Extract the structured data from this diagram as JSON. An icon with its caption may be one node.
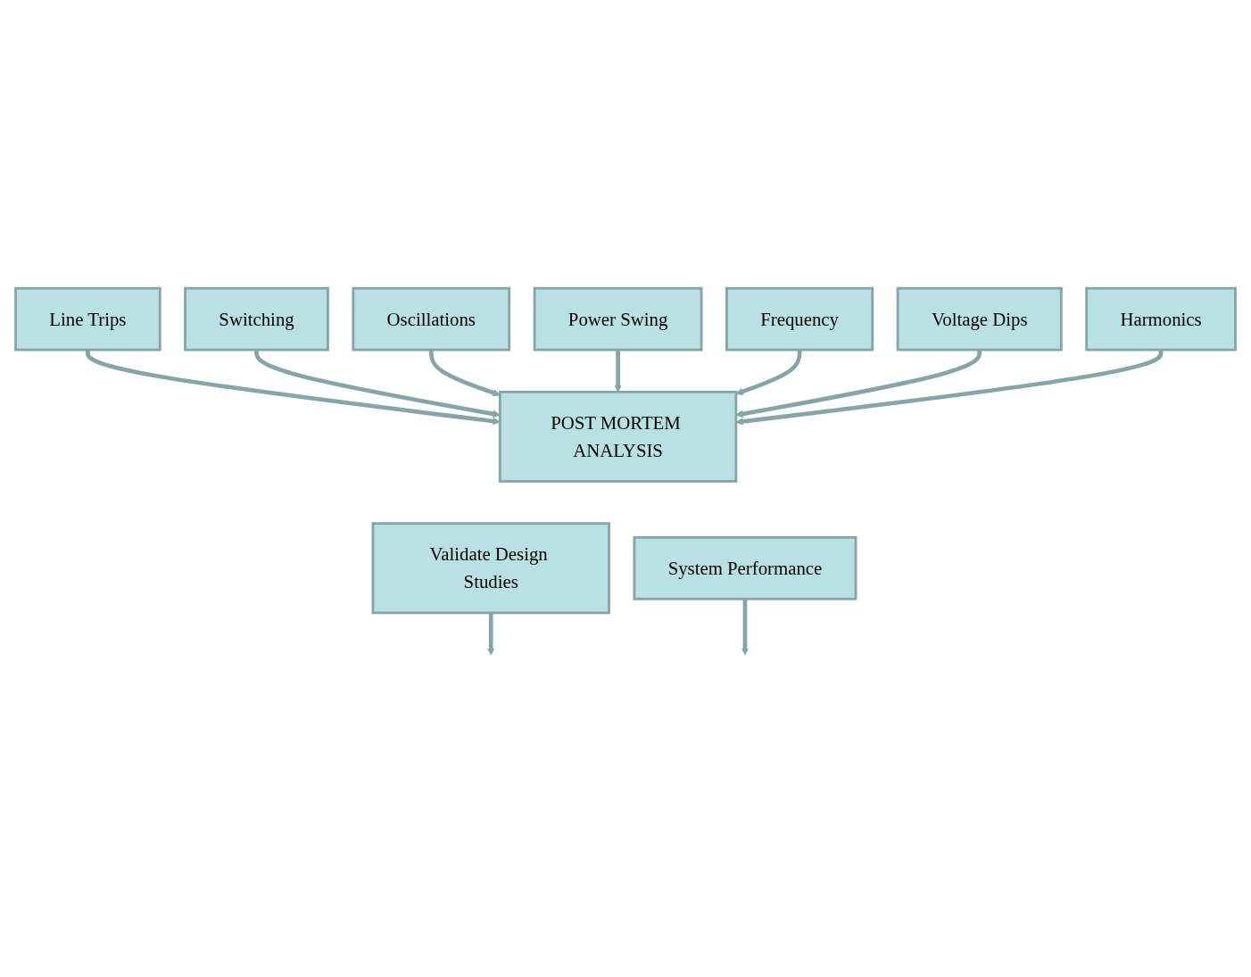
{
  "diagram": {
    "nodes": [
      {
        "text": [
          "Line Trips"
        ]
      },
      {
        "text": [
          "Switching"
        ]
      },
      {
        "text": [
          "Oscillations"
        ]
      },
      {
        "text": [
          "Power Swing"
        ]
      },
      {
        "text": [
          "Frequency"
        ]
      },
      {
        "text": [
          "Voltage Dips"
        ]
      },
      {
        "text": [
          "Harmonics"
        ]
      },
      {
        "text": [
          "POST MORTEM ANALYSIS"
        ]
      },
      {
        "text": [
          "Validate Design Studies"
        ]
      },
      {
        "text": [
          "System Performance"
        ]
      }
    ],
    "edges": [
      {
        "from": 0,
        "to": 7,
        "arrow": "to"
      },
      {
        "from": 1,
        "to": 7,
        "arrow": "to"
      },
      {
        "from": 2,
        "to": 7,
        "arrow": "to"
      },
      {
        "from": 3,
        "to": 7,
        "arrow": "to"
      },
      {
        "from": 4,
        "to": 7,
        "arrow": "to"
      },
      {
        "from": 5,
        "to": 7,
        "arrow": "to"
      },
      {
        "from": 6,
        "to": 7,
        "arrow": "to"
      },
      {
        "from": 8,
        "to": null,
        "arrow": "to"
      },
      {
        "from": 9,
        "to": null,
        "arrow": "to"
      }
    ]
  }
}
